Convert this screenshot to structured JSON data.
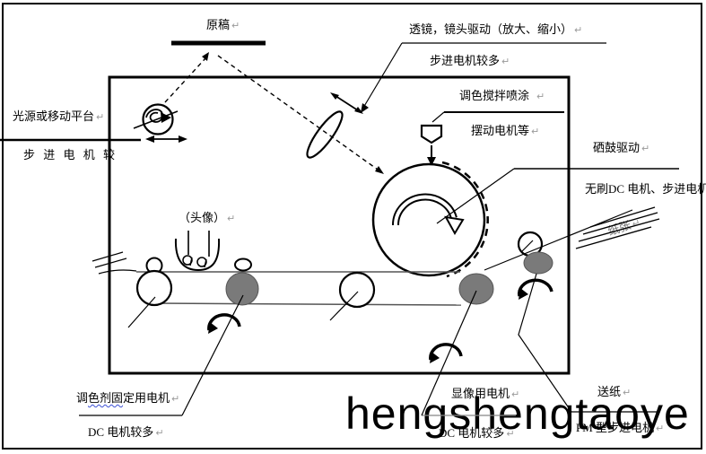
{
  "watermark": "hengshengtaoye",
  "marks": {
    "return": "↵"
  },
  "colors": {
    "roller_gray": "#7a7a7a",
    "squiggle_blue": "#3b4fd4",
    "line_black": "#000000",
    "faint_gray": "#888888"
  },
  "labels": {
    "original_doc": "原稿",
    "lens_drive": "透镜，镜头驱动（放大、缩小）",
    "stepper_many_top": "步进电机较多",
    "toner_mix_spray": "调色搅拌喷涂",
    "swing_motor": "摆动电机等",
    "drum_drive": "硒鼓驱动",
    "brushless_dc": "无刷DC 电机、步进电机",
    "paper": "纸张",
    "light_source": "光源或移动平台",
    "stepper_left": "步 进 电 机 较",
    "portrait": "（头像）",
    "toner_fix_prefix": "调",
    "toner_fix_wavy": "色剂固",
    "toner_fix_suffix": "定用电机",
    "dc_many_left": "DC 电机较多",
    "developing_motor": "显像用电机",
    "dc_many_right": "DC 电机较多",
    "paper_feed": "送纸",
    "pm_stepper": "PM 型步进电机"
  }
}
